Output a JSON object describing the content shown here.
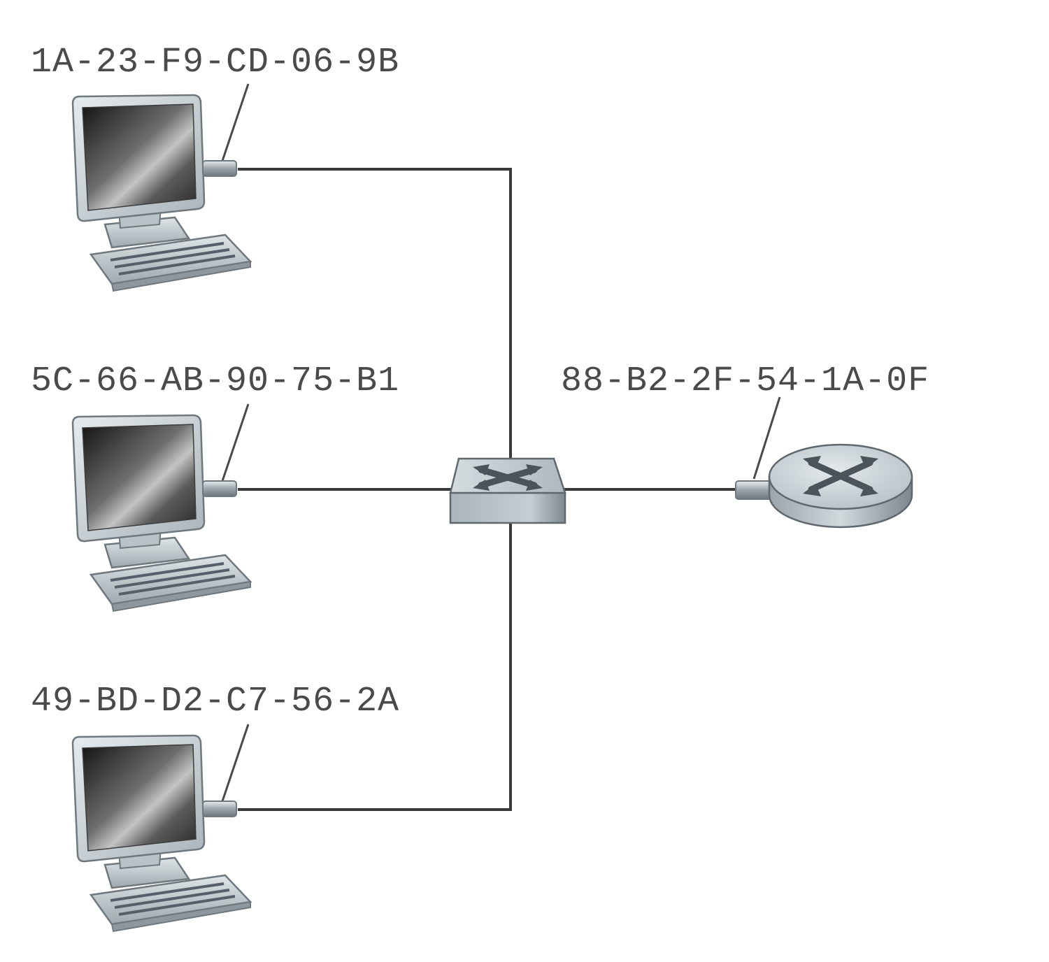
{
  "diagram": {
    "hosts": [
      {
        "mac": "1A-23-F9-CD-06-9B"
      },
      {
        "mac": "5C-66-AB-90-75-B1"
      },
      {
        "mac": "49-BD-D2-C7-56-2A"
      }
    ],
    "router": {
      "mac": "88-B2-2F-54-1A-0F"
    },
    "colors": {
      "wire": "#3a3a3a",
      "label": "#4a4a4a",
      "device_body": "#c9d1d6",
      "screen_dark": "#1e1e1e",
      "screen_light": "#9a9a9a"
    },
    "icons": [
      "computer-icon",
      "switch-icon",
      "router-icon"
    ]
  }
}
